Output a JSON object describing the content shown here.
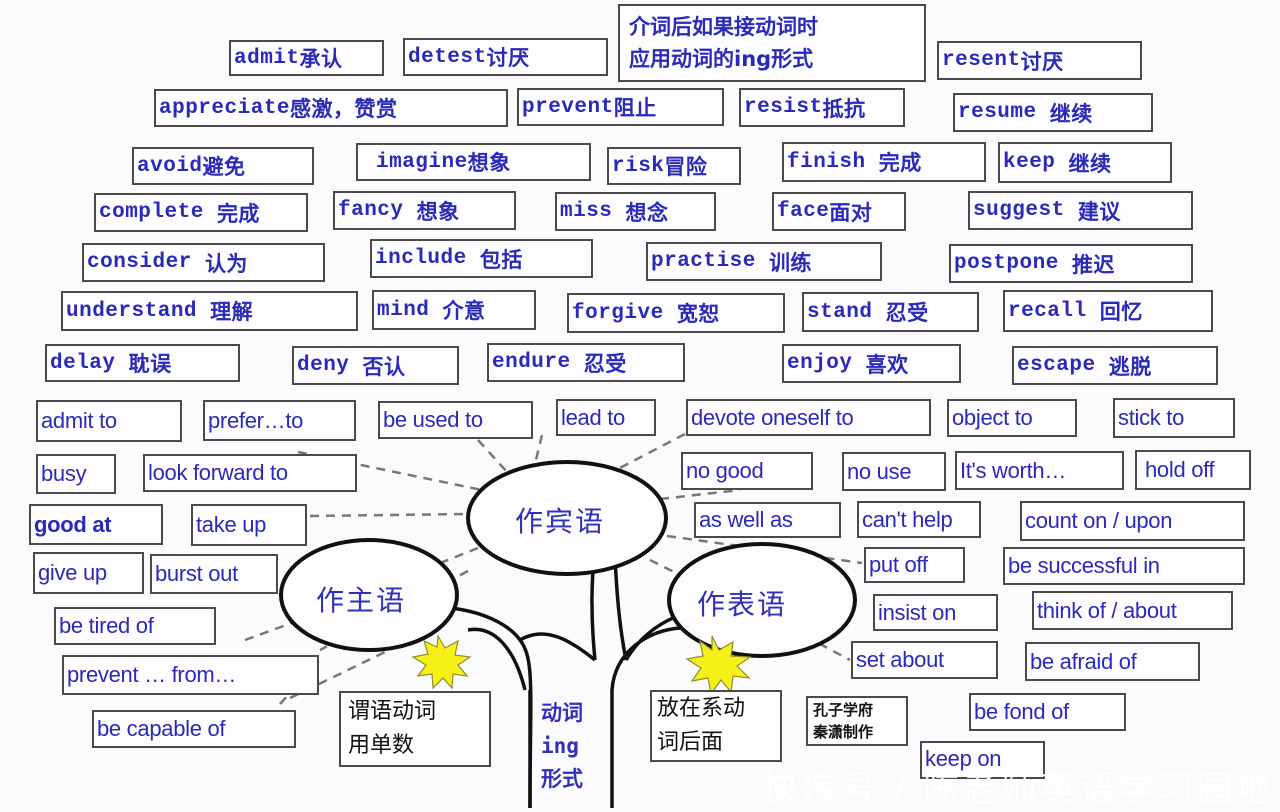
{
  "diagram": {
    "title_note": [
      "介词后如果接动词时",
      "应用动词的ing形式"
    ],
    "nodes": {
      "object": "作宾语",
      "subject": "作主语",
      "predicative": "作表语"
    },
    "trunk_label": [
      "动词",
      "ing",
      "形式"
    ],
    "subject_note": [
      "谓语动词",
      "用单数"
    ],
    "predicative_note": [
      "放在系动",
      "词后面"
    ],
    "credit_note": [
      "孔子学府",
      "秦潇制作"
    ],
    "verbs_with_meaning": [
      {
        "en": "admit",
        "zh": "承认"
      },
      {
        "en": "detest",
        "zh": "讨厌"
      },
      {
        "en": "resent",
        "zh": "讨厌"
      },
      {
        "en": "appreciate",
        "zh": "感激，赞赏"
      },
      {
        "en": "prevent",
        "zh": "阻止"
      },
      {
        "en": "resist",
        "zh": "抵抗"
      },
      {
        "en": "resume",
        "zh": "继续"
      },
      {
        "en": "avoid",
        "zh": "避免"
      },
      {
        "en": "imagine",
        "zh": "想象"
      },
      {
        "en": "risk",
        "zh": "冒险"
      },
      {
        "en": "finish",
        "zh": "完成"
      },
      {
        "en": "keep",
        "zh": "继续"
      },
      {
        "en": "complete",
        "zh": "完成"
      },
      {
        "en": "fancy",
        "zh": "想象"
      },
      {
        "en": "miss",
        "zh": "想念"
      },
      {
        "en": "face",
        "zh": "面对"
      },
      {
        "en": "suggest",
        "zh": "建议"
      },
      {
        "en": "consider",
        "zh": "认为"
      },
      {
        "en": "include",
        "zh": "包括"
      },
      {
        "en": "practise",
        "zh": "训练"
      },
      {
        "en": "postpone",
        "zh": "推迟"
      },
      {
        "en": "understand",
        "zh": "理解"
      },
      {
        "en": "mind",
        "zh": "介意"
      },
      {
        "en": "forgive",
        "zh": "宽恕"
      },
      {
        "en": "stand",
        "zh": "忍受"
      },
      {
        "en": "recall",
        "zh": "回忆"
      },
      {
        "en": "delay",
        "zh": "耽误"
      },
      {
        "en": "deny",
        "zh": "否认"
      },
      {
        "en": "endure",
        "zh": "忍受"
      },
      {
        "en": "enjoy",
        "zh": "喜欢"
      },
      {
        "en": "escape",
        "zh": "逃脱"
      }
    ],
    "phrases": [
      "admit to",
      "prefer…to",
      "be used to",
      "lead to",
      "devote oneself to",
      "object to",
      "stick to",
      "busy",
      "look forward to",
      "no good",
      "no use",
      "It's worth…",
      "hold off",
      "good at",
      "take up",
      "as well as",
      "can't help",
      "count on / upon",
      "give up",
      "burst out",
      "put off",
      "be successful in",
      "be tired of",
      "insist on",
      "think of / about",
      "prevent … from…",
      "set about",
      "be afraid of",
      "be capable of",
      "be fond of",
      "keep on"
    ],
    "watermark": "快传号 / 陈老师英语学习园地"
  }
}
